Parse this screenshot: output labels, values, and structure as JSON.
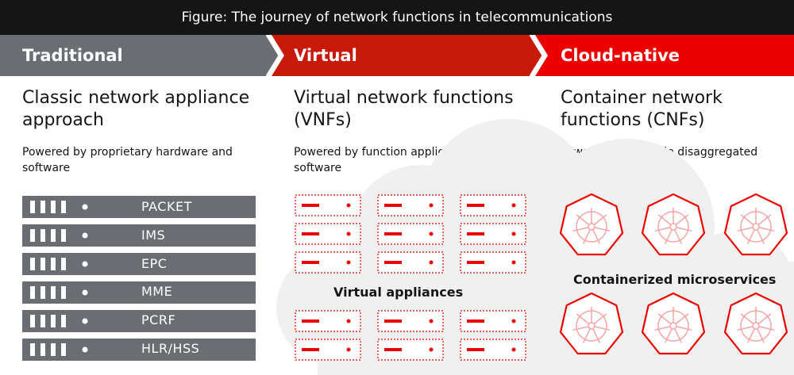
{
  "figure_title": "Figure: The journey of network functions in telecommunications",
  "colors": {
    "dark": "#151515",
    "traditional_gray": "#6a6e73",
    "accent_red": "#ee0000",
    "dark_red": "#c9190b",
    "cloud_gray": "#f0f0f0"
  },
  "columns": [
    {
      "stage": "Traditional",
      "heading": "Classic network appliance approach",
      "subheading": "Powered by proprietary hardware and software",
      "items": [
        "PACKET",
        "IMS",
        "EPC",
        "MME",
        "PCRF",
        "HLR/HSS"
      ]
    },
    {
      "stage": "Virtual",
      "heading": "Virtual network functions (VNFs)",
      "subheading": "Powered by function application software",
      "group_label": "Virtual appliances"
    },
    {
      "stage": "Cloud-native",
      "heading": "Container network functions (CNFs)",
      "subheading": "Powered by multiple disaggregated microservices",
      "group_label": "Containerized microservices"
    }
  ],
  "icons": {
    "hardware": "server-rack-icon",
    "virtual": "virtual-server-icon",
    "container": "kubernetes-wheel-icon"
  }
}
